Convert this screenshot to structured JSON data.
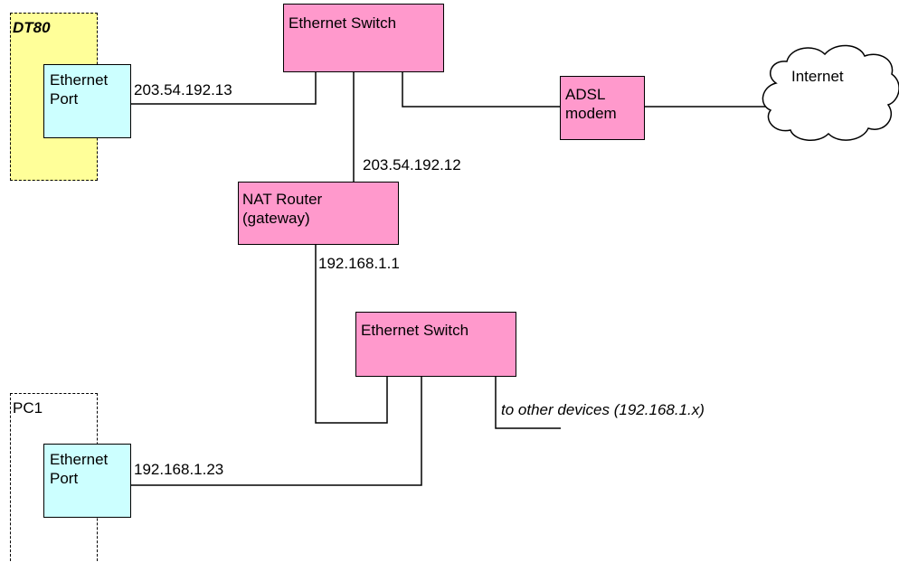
{
  "dt80": {
    "title": "DT80",
    "port_label": "Ethernet\nPort",
    "ip": "203.54.192.13"
  },
  "pc1": {
    "title": "PC1",
    "port_label": "Ethernet\nPort",
    "ip": "192.168.1.23"
  },
  "switch_top": {
    "label": "Ethernet Switch"
  },
  "switch_bottom": {
    "label": "Ethernet Switch"
  },
  "router": {
    "label": "NAT Router\n(gateway)",
    "wan_ip": "203.54.192.12",
    "lan_ip": "192.168.1.1"
  },
  "modem": {
    "label": "ADSL\nmodem"
  },
  "internet": {
    "label": "Internet"
  },
  "other_devices": {
    "label": "to other devices (192.168.1.x)"
  },
  "colors": {
    "device": "#ff99cc",
    "port": "#ccffff",
    "dt80_group": "#ffff99"
  }
}
